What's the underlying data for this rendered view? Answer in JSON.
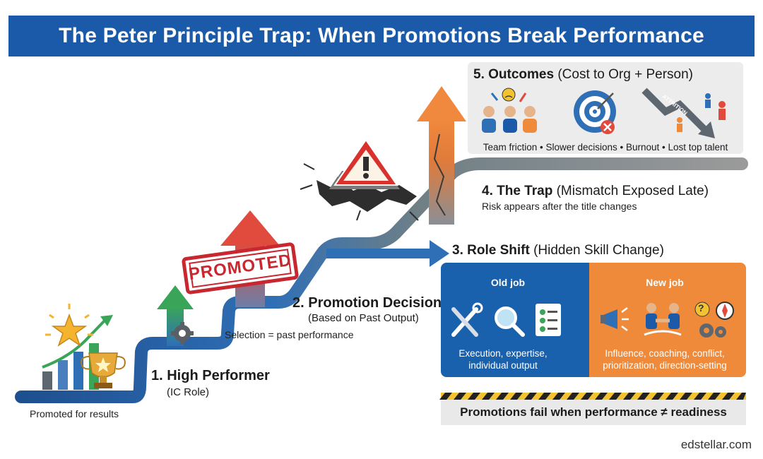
{
  "title": "The Peter Principle Trap: When Promotions Break Performance",
  "steps": {
    "one": {
      "label": "1. High Performer",
      "sub": "(IC Role)"
    },
    "two": {
      "label": "2. Promotion Decision",
      "sub": "(Based on Past Output)"
    },
    "three": {
      "label": "3. Role Shift",
      "sub": "(Hidden Skill Change)"
    },
    "four": {
      "label": "4. The Trap",
      "sub": "(Mismatch Exposed Late)",
      "note": "Risk appears after the title changes"
    },
    "five": {
      "label": "5. Outcomes",
      "sub": "(Cost to Org + Person)",
      "note": "Team friction • Slower decisions • Burnout • Lost top talent"
    }
  },
  "notes": {
    "promoted_for_results": "Promoted for results",
    "selection": "Selection = past performance"
  },
  "stamp": "PROMOTED",
  "old_job": {
    "title": "Old job",
    "text1": "Execution, expertise,",
    "text2": "individual output"
  },
  "new_job": {
    "title": "New job",
    "text1": "Influence, coaching, conflict,",
    "text2": "prioritization, direction-setting"
  },
  "banner": "Promotions fail when performance ≠ readiness",
  "footer": "edstellar.com",
  "arrow_text": "ATTRITION",
  "icons": [
    "trophy-icon",
    "star-icon",
    "chart-bars-icon",
    "gear-icon",
    "warning-icon",
    "team-friction-icon",
    "target-miss-icon",
    "decline-arrow-icon",
    "tools-icon",
    "magnifier-icon",
    "checklist-icon",
    "megaphone-icon",
    "handshake-icon",
    "question-icon",
    "compass-icon",
    "gears-icon"
  ],
  "colors": {
    "banner_blue": "#1a5aa8",
    "old_job_blue": "#1961ad",
    "new_job_orange": "#ee8a3a",
    "step_green": "#3aa558",
    "step_red": "#e04b3d",
    "stamp_red": "#c8272f"
  }
}
